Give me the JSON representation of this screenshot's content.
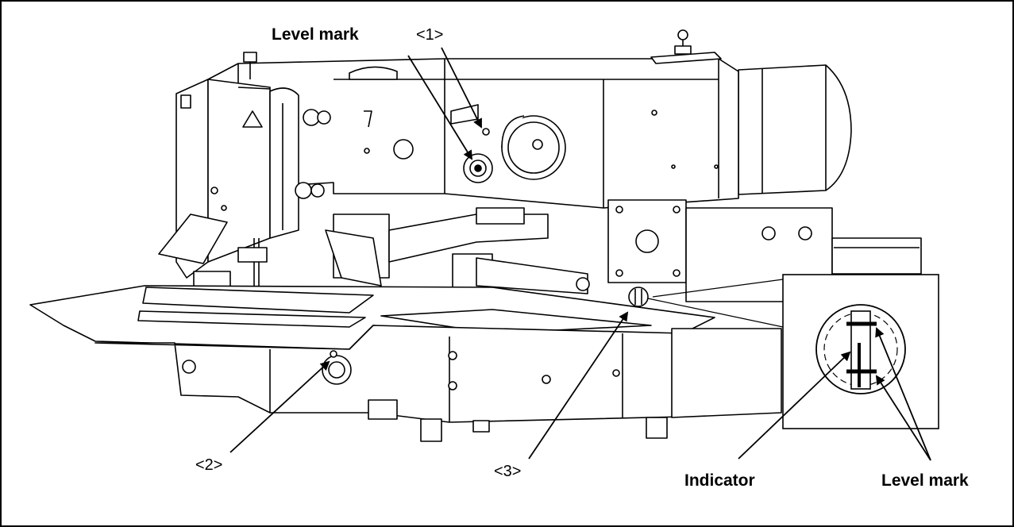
{
  "labels": {
    "level_mark_top": "Level mark",
    "callout_1": "<1>",
    "callout_2": "<2>",
    "callout_3": "<3>",
    "indicator": "Indicator",
    "level_mark_bottom": "Level mark"
  },
  "colors": {
    "line": "#000000",
    "fill": "#ffffff"
  }
}
